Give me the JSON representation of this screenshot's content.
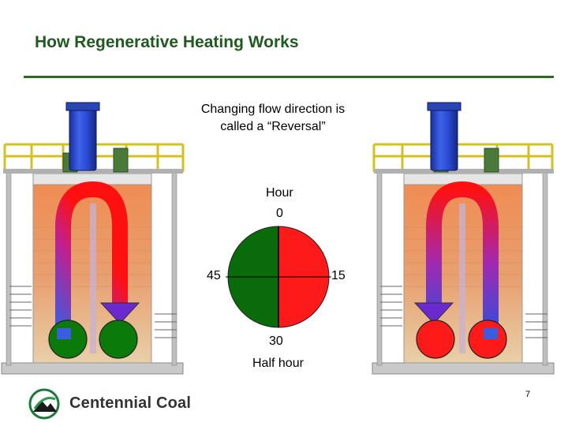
{
  "slide": {
    "title": "How Regenerative Heating Works",
    "caption_line1": "Changing flow direction is",
    "caption_line2": "called a “Reversal”"
  },
  "clock": {
    "top_label": "Hour",
    "tick_0": "0",
    "tick_15": "15",
    "tick_30": "30",
    "tick_45": "45",
    "bottom_label": "Half hour",
    "colors": {
      "first_half": "#ff1a1a",
      "second_half": "#0a6b0a"
    }
  },
  "furnaces": [
    {
      "side": "left",
      "burner_color": "#0a7a0a"
    },
    {
      "side": "right",
      "burner_color": "#ff1a1a"
    }
  ],
  "footer": {
    "company": "Centennial Coal",
    "page_number": "7"
  }
}
